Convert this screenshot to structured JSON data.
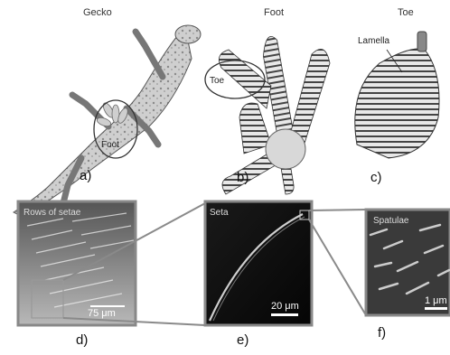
{
  "top_panels": {
    "gecko": {
      "title": "Gecko",
      "callout": "Foot",
      "letter": "a)"
    },
    "foot": {
      "title": "Foot",
      "callout": "Toe",
      "letter": "b)"
    },
    "toe": {
      "title": "Toe",
      "callout": "Lamella",
      "letter": "c)"
    }
  },
  "micro_panels": {
    "setae_rows": {
      "title": "Rows of setae",
      "scale": "75 μm",
      "letter": "d)"
    },
    "seta": {
      "title": "Seta",
      "scale": "20 μm",
      "letter": "e)"
    },
    "spatulae": {
      "title": "Spatulae",
      "scale": "1 μm",
      "letter": "f)"
    }
  }
}
